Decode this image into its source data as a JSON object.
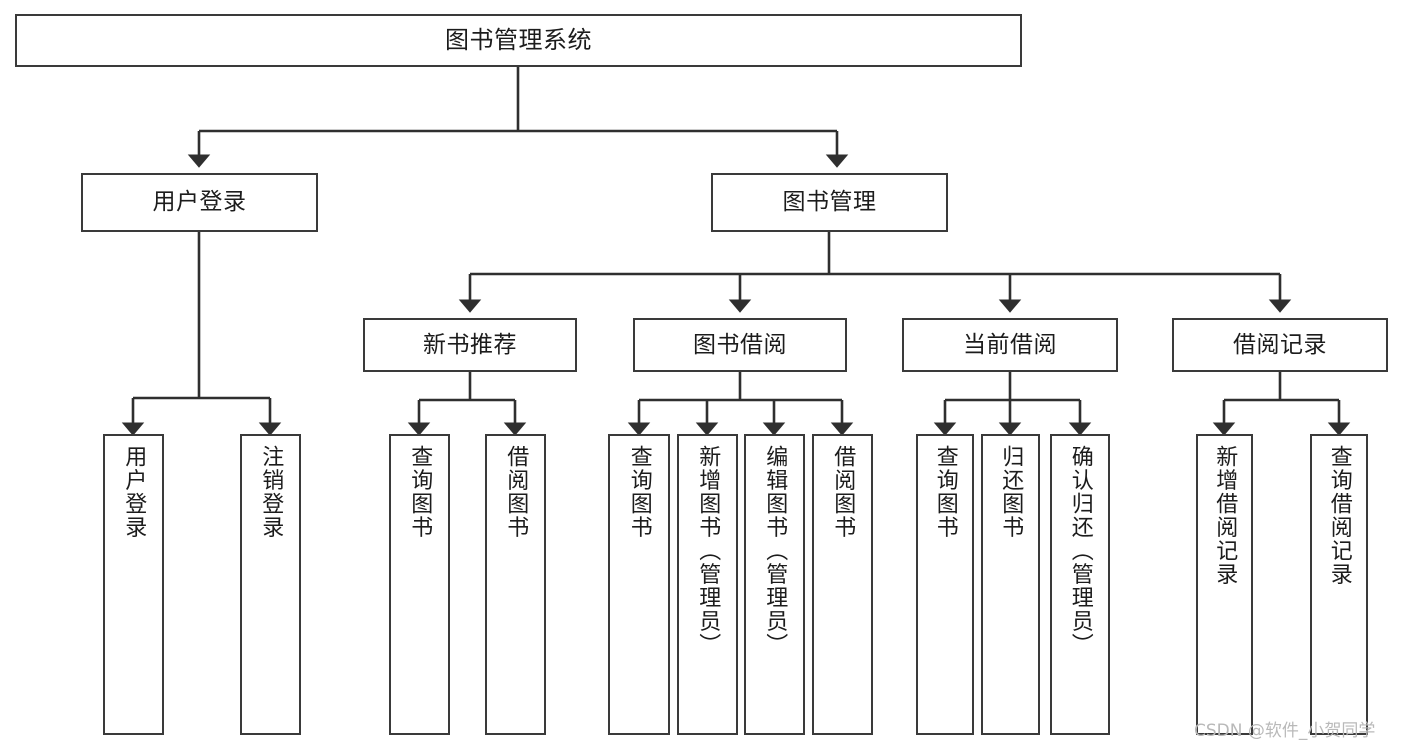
{
  "diagram": {
    "title_text": "图书管理系统",
    "type": "hierarchy-tree",
    "watermark": "CSDN @软件_小贺同学",
    "stroke_color": "#3a3a3a",
    "fill_color": "#ffffff",
    "text_color": "#1c1c1c",
    "watermark_color": "#b9b9b9"
  },
  "nodes": {
    "root": {
      "label": "图书管理系统"
    },
    "level1": [
      {
        "key": "user_login",
        "label": "用户登录"
      },
      {
        "key": "book_manage",
        "label": "图书管理"
      }
    ],
    "level2": [
      {
        "key": "new_book_rec",
        "label": "新书推荐"
      },
      {
        "key": "book_borrow",
        "label": "图书借阅"
      },
      {
        "key": "current_borrow",
        "label": "当前借阅"
      },
      {
        "key": "borrow_record",
        "label": "借阅记录"
      }
    ],
    "leaves": {
      "user_login": [
        {
          "key": "leaf_user_login",
          "label": "用户登录"
        },
        {
          "key": "leaf_logout",
          "label": "注销登录"
        }
      ],
      "new_book_rec": [
        {
          "key": "leaf_query_book_1",
          "label": "查询图书"
        },
        {
          "key": "leaf_borrow_book_1",
          "label": "借阅图书"
        }
      ],
      "book_borrow": [
        {
          "key": "leaf_query_book_2",
          "label": "查询图书"
        },
        {
          "key": "leaf_add_book",
          "label": "新增图书（管理员）"
        },
        {
          "key": "leaf_edit_book",
          "label": "编辑图书（管理员）"
        },
        {
          "key": "leaf_borrow_book_2",
          "label": "借阅图书"
        }
      ],
      "current_borrow": [
        {
          "key": "leaf_query_book_3",
          "label": "查询图书"
        },
        {
          "key": "leaf_return_book",
          "label": "归还图书"
        },
        {
          "key": "leaf_confirm_return",
          "label": "确认归还（管理员）"
        }
      ],
      "borrow_record": [
        {
          "key": "leaf_add_record",
          "label": "新增借阅记录"
        },
        {
          "key": "leaf_query_record",
          "label": "查询借阅记录"
        }
      ]
    }
  }
}
